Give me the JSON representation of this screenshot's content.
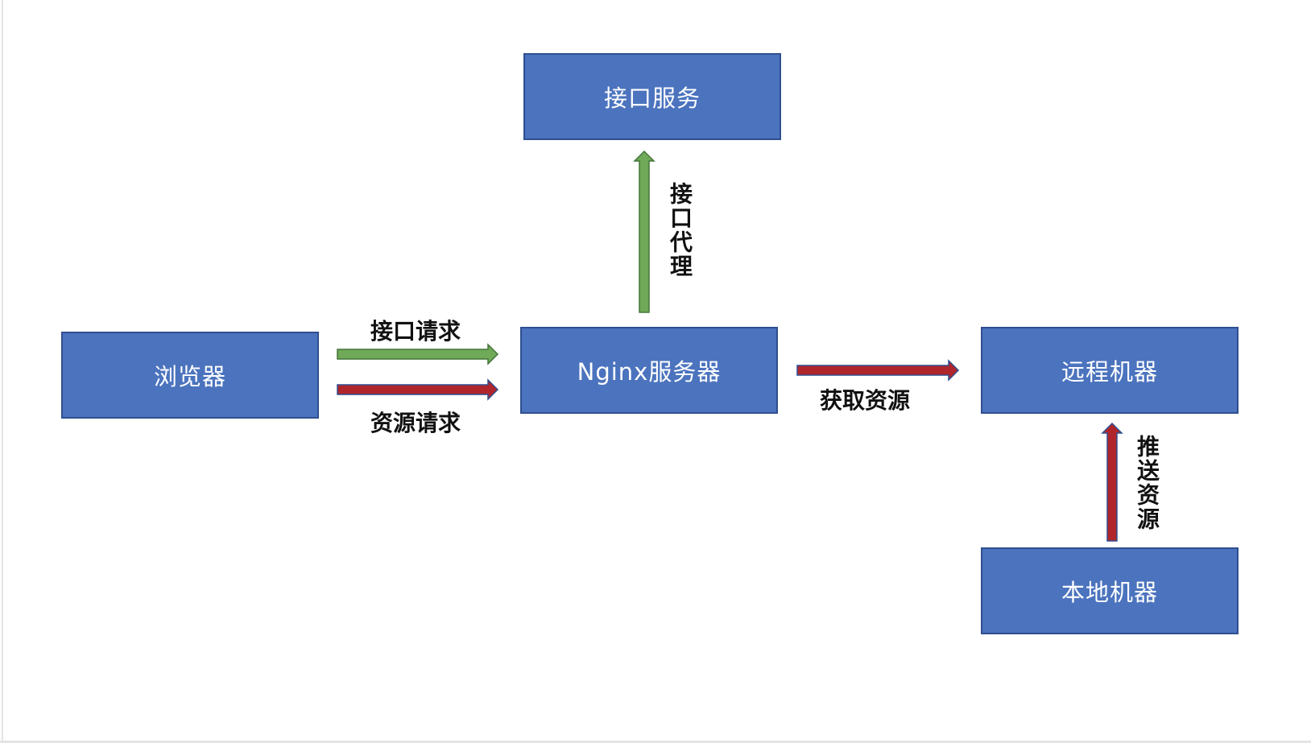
{
  "nodes": {
    "api_service": "接口服务",
    "browser": "浏览器",
    "nginx": "Nginx服务器",
    "remote_machine": "远程机器",
    "local_machine": "本地机器"
  },
  "edges": {
    "api_request": "接口请求",
    "resource_request": "资源请求",
    "api_proxy": "接口代理",
    "fetch_resource": "获取资源",
    "push_resource": "推送资源"
  },
  "colors": {
    "node_fill": "#4b73be",
    "node_border": "#2f4f8f",
    "green_arrow": "#70a957",
    "red_arrow": "#b0252b"
  }
}
